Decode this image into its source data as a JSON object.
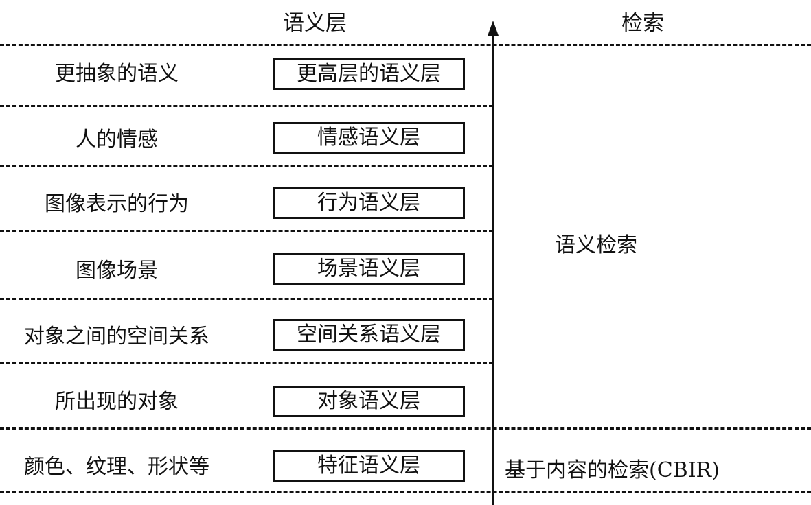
{
  "header": {
    "semantic_layer": "语义层",
    "retrieval": "检索"
  },
  "layers": [
    {
      "description": "更抽象的语义",
      "layer": "更高层的语义层"
    },
    {
      "description": "人的情感",
      "layer": "情感语义层"
    },
    {
      "description": "图像表示的行为",
      "layer": "行为语义层"
    },
    {
      "description": "图像场景",
      "layer": "场景语义层"
    },
    {
      "description": "对象之间的空间关系",
      "layer": "空间关系语义层"
    },
    {
      "description": "所出现的对象",
      "layer": "对象语义层"
    },
    {
      "description": "颜色、纹理、形状等",
      "layer": "特征语义层"
    }
  ],
  "retrieval_types": {
    "semantic": "语义检索",
    "cbir": "基于内容的检索(CBIR)"
  }
}
